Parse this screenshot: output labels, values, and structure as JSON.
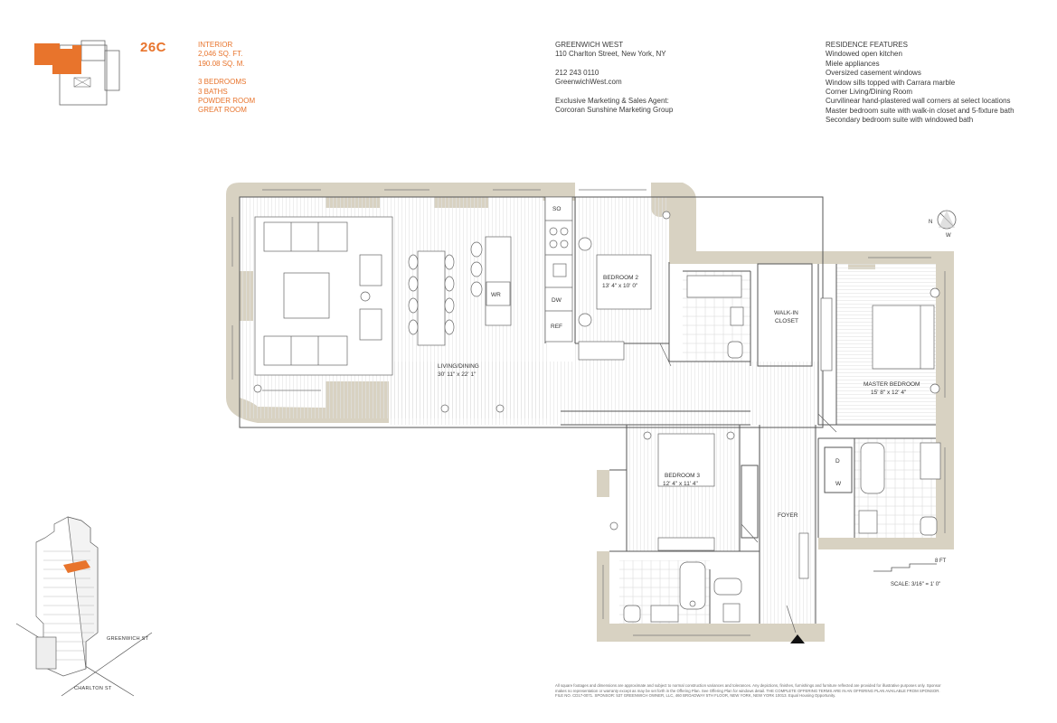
{
  "unit": "26C",
  "interior": {
    "lines": [
      "INTERIOR",
      "2,046 SQ. FT.",
      "190.08 SQ. M."
    ]
  },
  "rooms_summary": {
    "lines": [
      "3 BEDROOMS",
      "3 BATHS",
      "POWDER ROOM",
      "GREAT ROOM"
    ]
  },
  "building": {
    "name": "GREENWICH WEST",
    "address": "110 Charlton Street, New York, NY",
    "phone": "212 243 0110",
    "website": "GreenwichWest.com",
    "agent_label": "Exclusive Marketing & Sales Agent:",
    "agent_name": "Corcoran Sunshine Marketing Group"
  },
  "features": {
    "title": "RESIDENCE FEATURES",
    "items": [
      "Windowed open kitchen",
      "Miele appliances",
      "Oversized casement windows",
      "Window sills topped with Carrara marble",
      "Corner Living/Dining Room",
      "Curvilinear hand-plastered wall corners at select locations",
      "Master bedroom suite with walk-in closet and 5-fixture bath",
      "Secondary bedroom suite with windowed bath"
    ]
  },
  "plan": {
    "living": {
      "name": "LIVING/DINING",
      "dims": "30' 11\" x 22' 1\""
    },
    "bedroom2": {
      "name": "BEDROOM 2",
      "dims": "13' 4\" x 10' 0\""
    },
    "bedroom3": {
      "name": "BEDROOM 3",
      "dims": "12' 4\" x 11' 4\""
    },
    "master": {
      "name": "MASTER BEDROOM",
      "dims": "15' 8\" x 12' 4\""
    },
    "walkin": {
      "line1": "WALK-IN",
      "line2": "CLOSET"
    },
    "foyer": "FOYER",
    "appliances": {
      "so": "SO",
      "dw": "DW",
      "ref": "REF",
      "wr": "WR",
      "d": "D",
      "w": "W"
    },
    "compass": {
      "n": "N",
      "w": "W"
    },
    "scale": {
      "label": "8 FT",
      "text": "SCALE: 3/16\" = 1' 0\""
    }
  },
  "streets": {
    "greenwich": "GREENWICH ST",
    "charlton": "CHARLTON ST"
  },
  "disclaimer": "All square footages and dimensions are approximate and subject to normal construction variances and tolerances. Any depictions, finishes, furnishings and furniture reflected are provided for illustrative purposes only. Sponsor makes no representation or warranty except as may be set forth in the Offering Plan. See Offering Plan for windows detail. THE COMPLETE OFFERING TERMS ARE IN AN OFFERING PLAN AVAILABLE FROM SPONSOR. FILE NO. CD17-0071. SPONSOR: 537 GREENWICH OWNER, LLC, 460 BROADWAY 5TH FLOOR, NEW YORK, NEW YORK 10013. Equal Housing Opportunity.",
  "colors": {
    "accent": "#e8742c",
    "wall": "#d8d2c2",
    "line": "#555555"
  }
}
